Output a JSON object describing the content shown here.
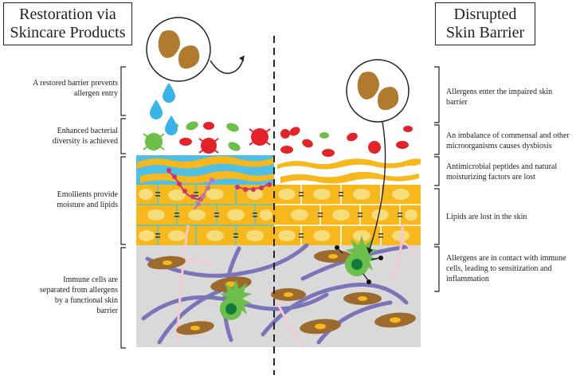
{
  "titles": {
    "left": "Restoration via Skincare Products",
    "right": "Disrupted Skin Barrier"
  },
  "annotations_left": [
    "A restored barrier prevents allergen entry",
    "Enhanced bacterial diversity is achieved",
    "Emollients provide moisture and lipids",
    "Immune cells are separated from allergens by a functional skin barrier"
  ],
  "annotations_right": [
    "Allergens enter the impaired skin barrier",
    "An imbalance of commensal and other microorganisms causes dysbiosis",
    "Antimicrobial peptides and natural moisturizing factors are lost",
    "Lipids are lost in the skin",
    "Allergens are in contact with immune cells, leading to sensitization and inflammation"
  ],
  "colors": {
    "lipid_yellow": "#f6b81c",
    "cell_light": "#f6dc7a",
    "moisture_blue": "#4fbfe6",
    "dermis_gray": "#d9d9d9",
    "fiber_purple": "#7b74b8",
    "fiber_pink": "#f4c9d2",
    "fibroblast_brown": "#9b6a2c",
    "allergen_brown": "#b07a2f",
    "green_cell": "#6dbf4b",
    "red_bacteria": "#e2232a",
    "droplet_blue": "#3ab4e8"
  }
}
